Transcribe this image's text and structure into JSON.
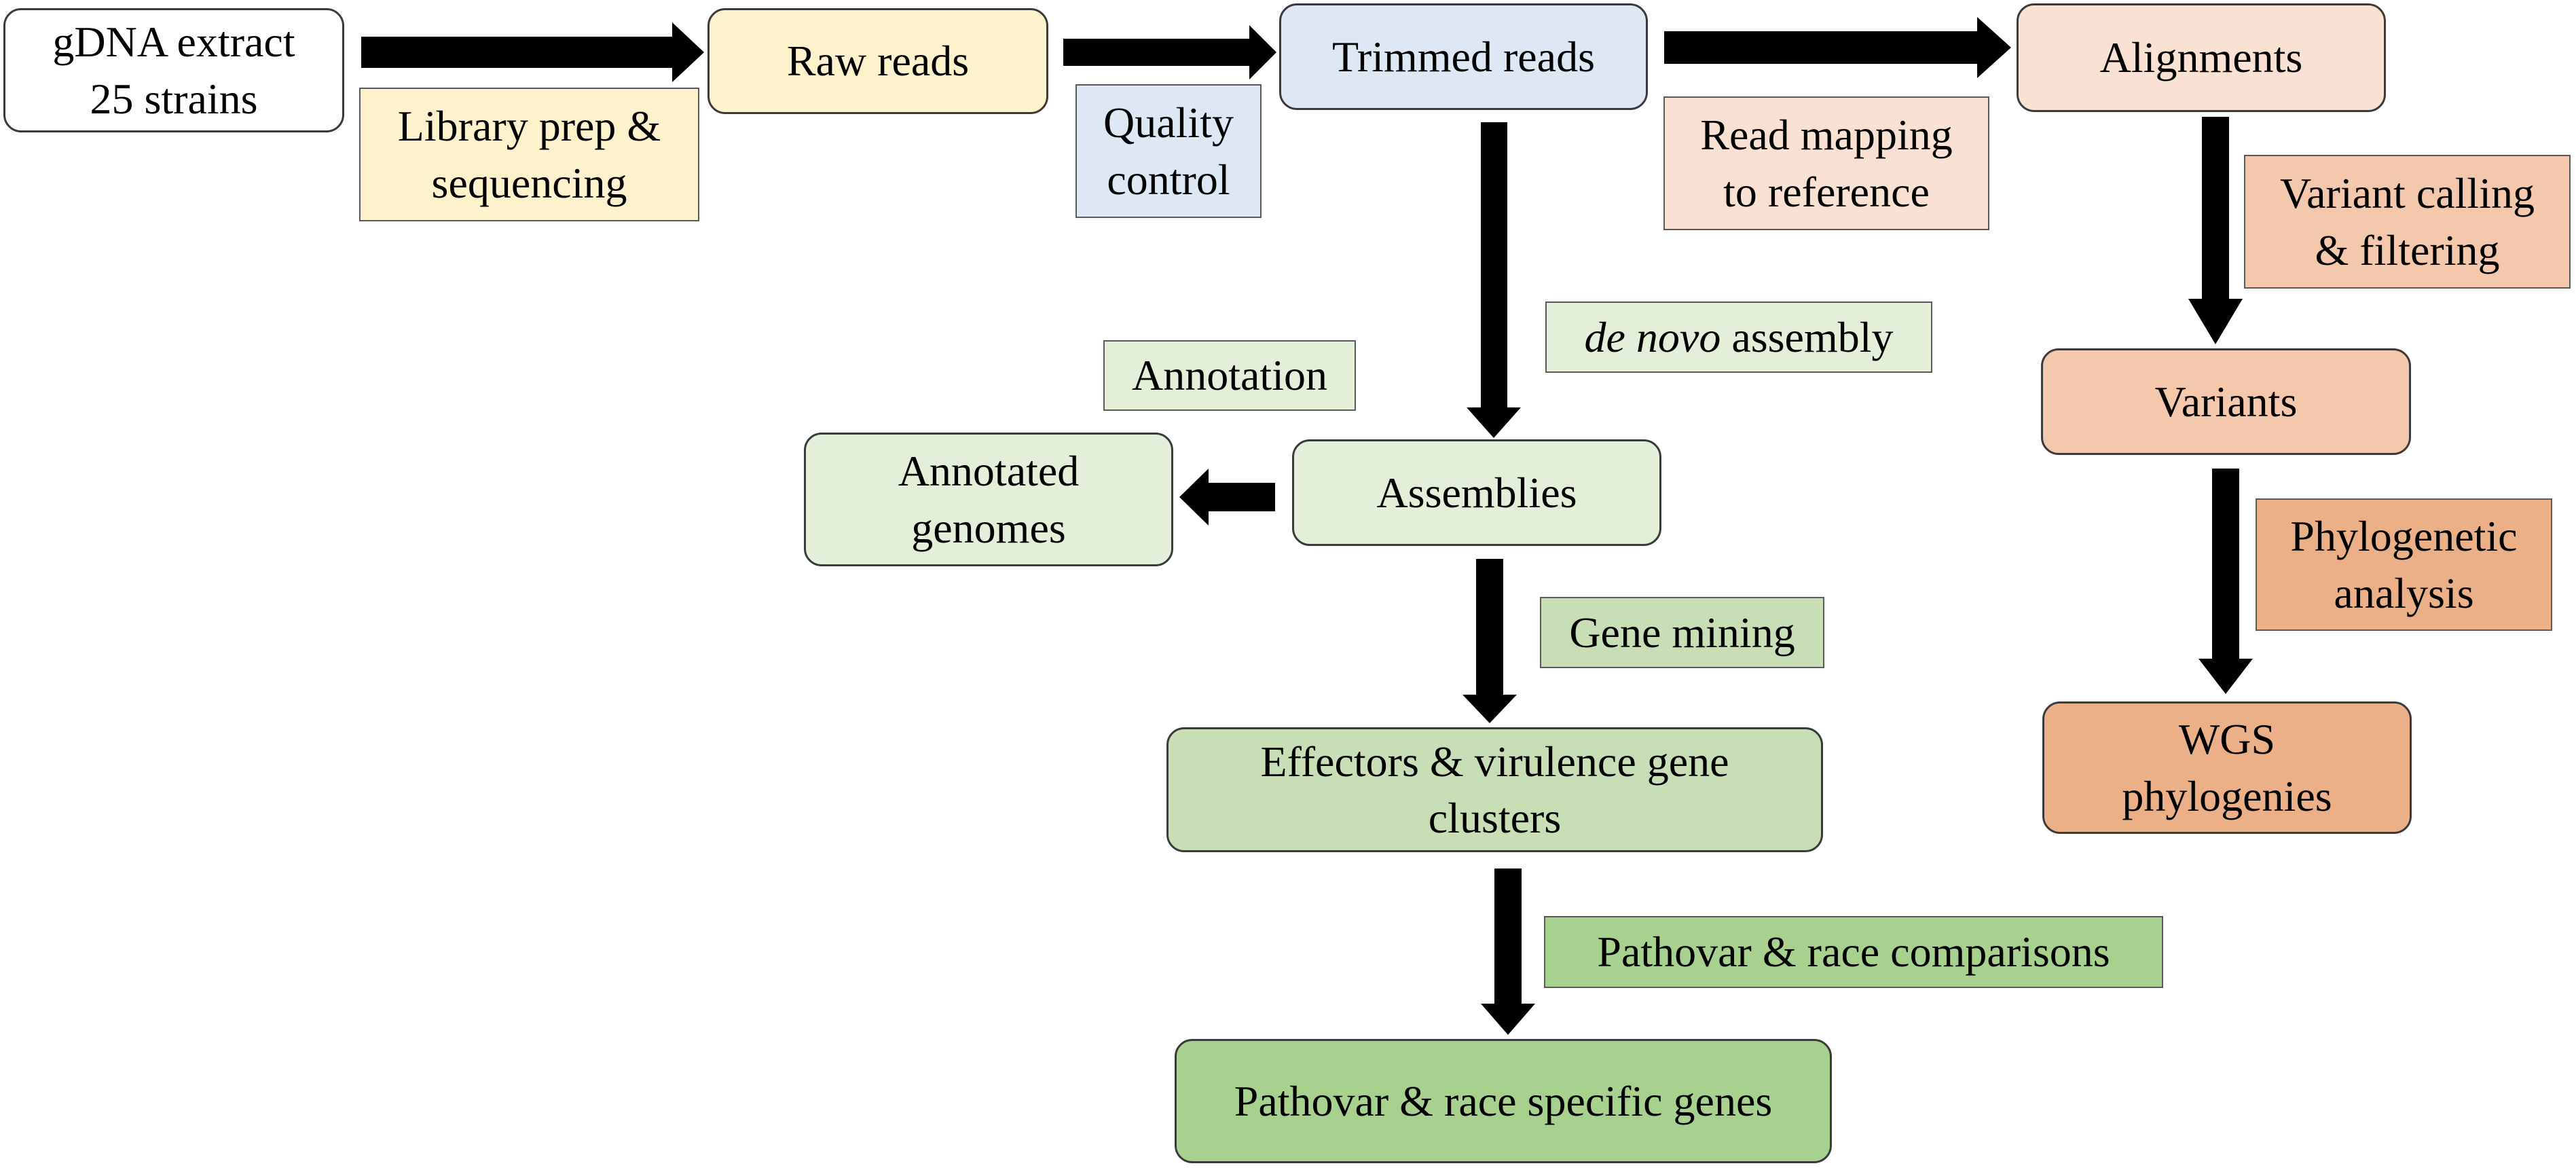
{
  "nodes": {
    "gdna": "gDNA extract\n25 strains",
    "raw_reads": "Raw reads",
    "trimmed_reads": "Trimmed reads",
    "alignments": "Alignments",
    "variants": "Variants",
    "wgs_phylogenies": "WGS\nphylogenies",
    "assemblies": "Assemblies",
    "annotated_genomes": "Annotated\ngenomes",
    "effectors": "Effectors & virulence gene\nclusters",
    "pathovar_genes": "Pathovar & race specific genes"
  },
  "steps": {
    "library_prep": "Library prep &\nsequencing",
    "quality_control": "Quality\ncontrol",
    "read_mapping": "Read mapping\nto reference",
    "variant_calling": "Variant calling\n& filtering",
    "phylogenetic_analysis": "Phylogenetic\nanalysis",
    "de_novo_italic": "de novo",
    "de_novo_rest": " assembly",
    "annotation": "Annotation",
    "gene_mining": "Gene mining",
    "pathovar_comparisons": "Pathovar & race comparisons"
  },
  "colors": {
    "white": "#ffffff",
    "yellow": "#fdf2cc",
    "blue": "#dde8f4",
    "peach_light": "#f9e2d4",
    "peach_mid": "#f3c8ac",
    "peach_dark": "#ecb088",
    "green_light": "#e4efda",
    "green_mid": "#c8deb6",
    "green_dark": "#a8d08e"
  }
}
